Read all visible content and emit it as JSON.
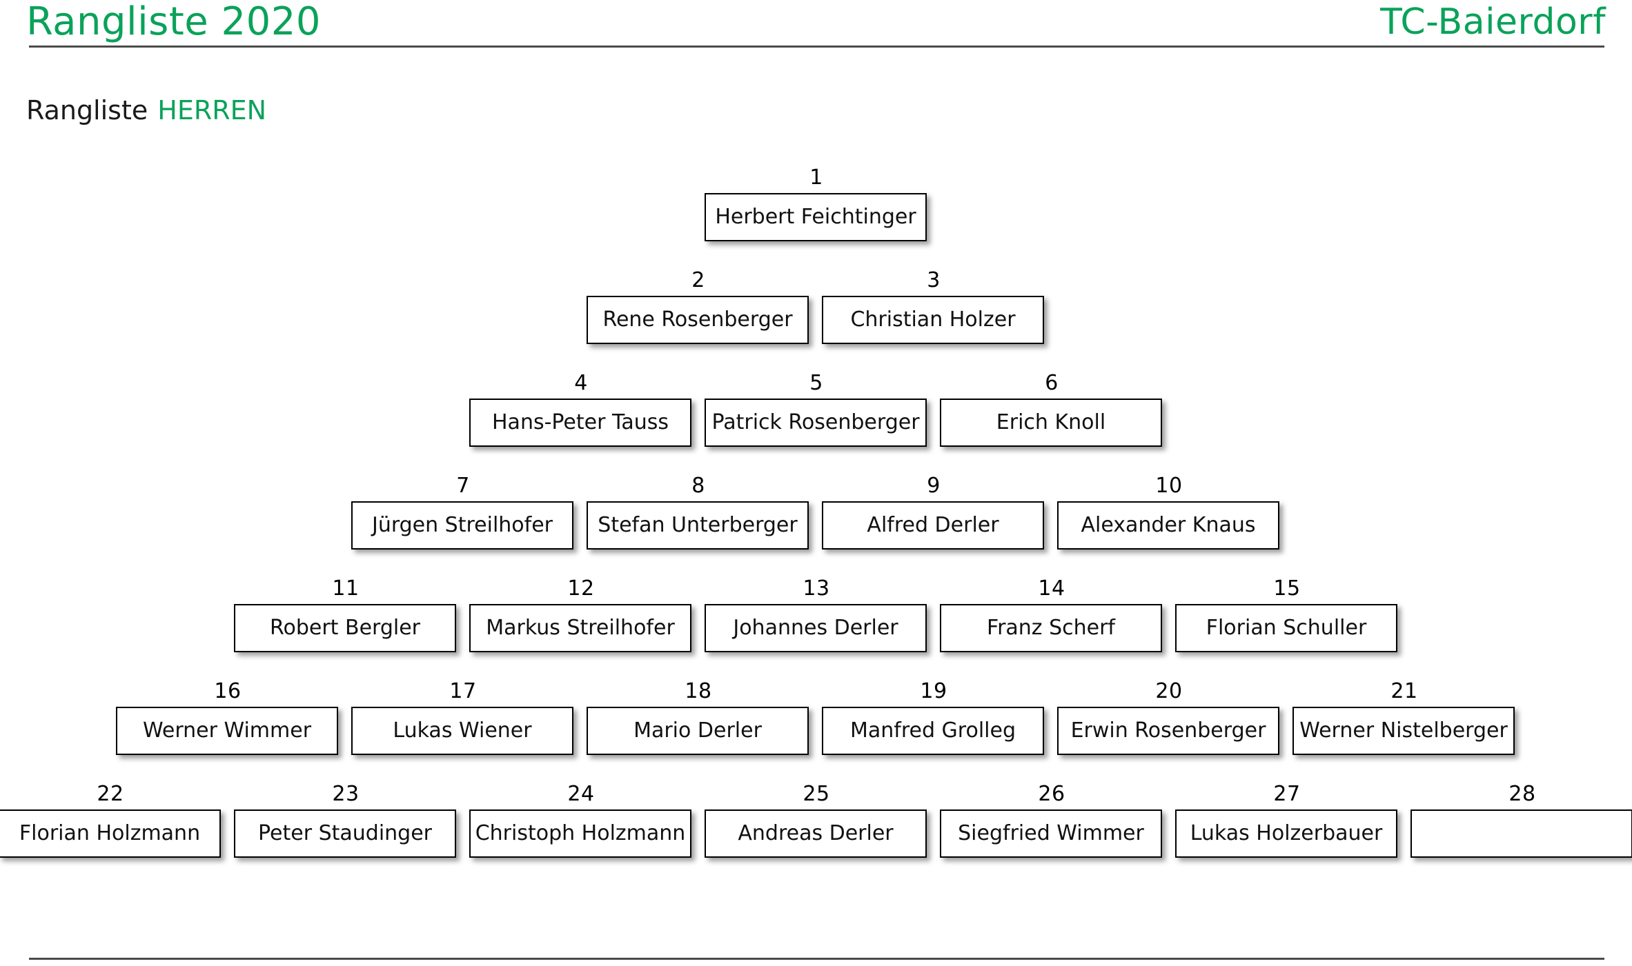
{
  "header": {
    "title": "Rangliste 2020",
    "club": "TC-Baierdorf"
  },
  "subtitle": {
    "main": "Rangliste",
    "category": "HERREN"
  },
  "pyramid": {
    "rows": [
      {
        "row_index": 1,
        "cells": [
          {
            "rank": "1",
            "name": "Herbert Feichtinger"
          }
        ]
      },
      {
        "row_index": 2,
        "cells": [
          {
            "rank": "2",
            "name": "Rene Rosenberger"
          },
          {
            "rank": "3",
            "name": "Christian Holzer"
          }
        ]
      },
      {
        "row_index": 3,
        "cells": [
          {
            "rank": "4",
            "name": "Hans-Peter Tauss"
          },
          {
            "rank": "5",
            "name": "Patrick Rosenberger"
          },
          {
            "rank": "6",
            "name": "Erich Knoll"
          }
        ]
      },
      {
        "row_index": 4,
        "cells": [
          {
            "rank": "7",
            "name": "Jürgen Streilhofer"
          },
          {
            "rank": "8",
            "name": "Stefan Unterberger"
          },
          {
            "rank": "9",
            "name": "Alfred Derler"
          },
          {
            "rank": "10",
            "name": "Alexander Knaus"
          }
        ]
      },
      {
        "row_index": 5,
        "cells": [
          {
            "rank": "11",
            "name": "Robert Bergler"
          },
          {
            "rank": "12",
            "name": "Markus Streilhofer"
          },
          {
            "rank": "13",
            "name": "Johannes Derler"
          },
          {
            "rank": "14",
            "name": "Franz Scherf"
          },
          {
            "rank": "15",
            "name": "Florian Schuller"
          }
        ]
      },
      {
        "row_index": 6,
        "cells": [
          {
            "rank": "16",
            "name": "Werner Wimmer"
          },
          {
            "rank": "17",
            "name": "Lukas Wiener"
          },
          {
            "rank": "18",
            "name": "Mario Derler"
          },
          {
            "rank": "19",
            "name": "Manfred Grolleg"
          },
          {
            "rank": "20",
            "name": "Erwin Rosenberger"
          },
          {
            "rank": "21",
            "name": "Werner Nistelberger"
          }
        ]
      },
      {
        "row_index": 7,
        "cells": [
          {
            "rank": "22",
            "name": "Florian Holzmann"
          },
          {
            "rank": "23",
            "name": "Peter Staudinger"
          },
          {
            "rank": "24",
            "name": "Christoph Holzmann"
          },
          {
            "rank": "25",
            "name": "Andreas Derler"
          },
          {
            "rank": "26",
            "name": "Siegfried Wimmer"
          },
          {
            "rank": "27",
            "name": "Lukas Holzerbauer"
          },
          {
            "rank": "28",
            "name": ""
          }
        ]
      }
    ]
  },
  "colors": {
    "accent_green": "#0AA25A",
    "rule": "#4a4a4a",
    "box_border": "#000000",
    "text": "#111111"
  }
}
